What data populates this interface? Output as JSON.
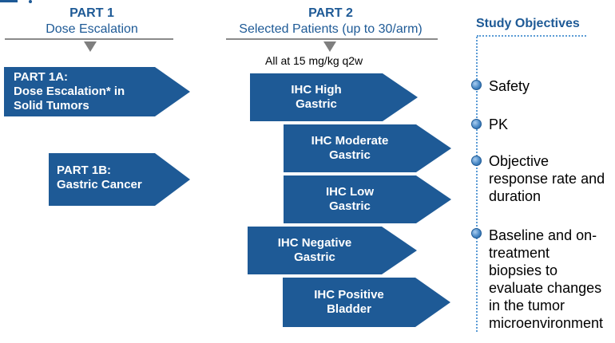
{
  "part1": {
    "title": "PART 1",
    "subtitle": "Dose Escalation"
  },
  "part2": {
    "title": "PART 2",
    "subtitle": "Selected Patients (up to 30/arm)",
    "dose_note": "All at 15 mg/kg q2w"
  },
  "part1_arrows": [
    {
      "lines": [
        "PART 1A:",
        "Dose Escalation* in",
        "Solid Tumors"
      ]
    },
    {
      "lines": [
        "PART 1B:",
        "Gastric Cancer"
      ]
    }
  ],
  "part2_arrows": [
    {
      "lines": [
        "IHC High",
        "Gastric"
      ]
    },
    {
      "lines": [
        "IHC Moderate",
        "Gastric"
      ]
    },
    {
      "lines": [
        "IHC Low",
        "Gastric"
      ]
    },
    {
      "lines": [
        "IHC Negative",
        "Gastric"
      ]
    },
    {
      "lines": [
        "IHC Positive",
        "Bladder"
      ]
    }
  ],
  "objectives": {
    "title": "Study Objectives",
    "items": [
      {
        "lines": [
          "Safety"
        ]
      },
      {
        "lines": [
          "PK"
        ]
      },
      {
        "lines": [
          "Objective",
          "response rate and",
          "duration"
        ]
      },
      {
        "lines": [
          "Baseline and on-",
          "treatment",
          "biopsies to",
          "evaluate changes",
          "in the tumor",
          "microenvironment"
        ]
      }
    ]
  },
  "colors": {
    "primary_blue": "#1e5a96",
    "header_blue": "#1e5a96",
    "gray": "#7f7f7f",
    "dotted_blue": "#5b9bd5"
  }
}
